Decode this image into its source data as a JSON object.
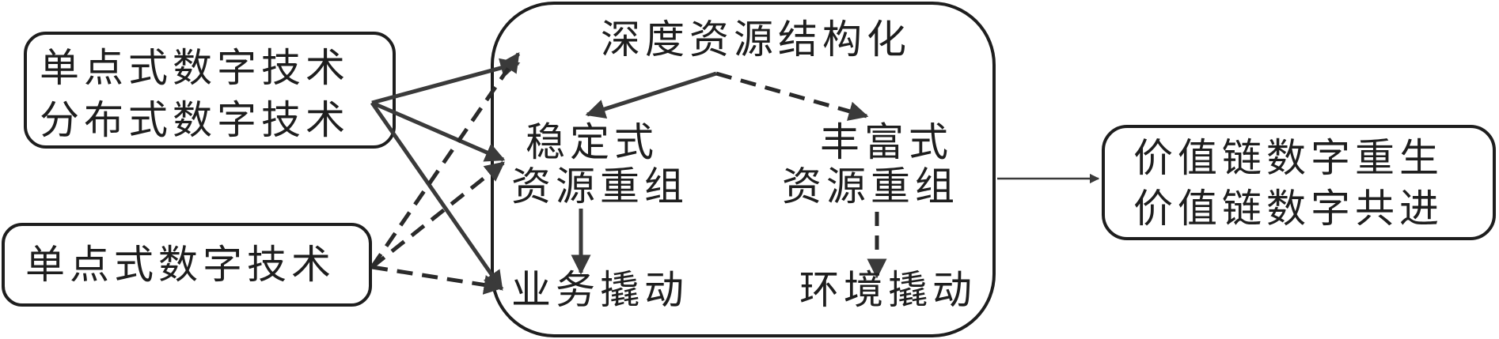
{
  "left_top_box": {
    "line1": "单点式数字技术",
    "line2": "分布式数字技术"
  },
  "left_bottom_box": {
    "line1": "单点式数字技术"
  },
  "center_box": {
    "title": "深度资源结构化",
    "stable": {
      "line1": "稳定式",
      "line2": "资源重组"
    },
    "rich": {
      "line1": "丰富式",
      "line2": "资源重组"
    },
    "business": "业务撬动",
    "environment": "环境撬动"
  },
  "right_box": {
    "line1": "价值链数字重生",
    "line2": "价值链数字共进"
  },
  "colors": {
    "stroke": "#1e1e1e",
    "arrow": "#3a3a3a",
    "background": "#ffffff"
  }
}
